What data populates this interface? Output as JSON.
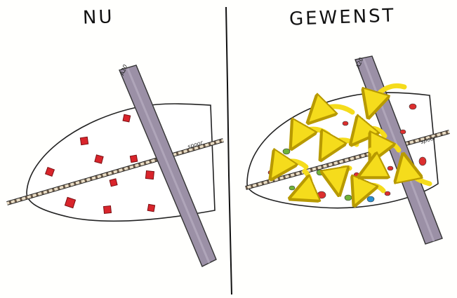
{
  "panels": {
    "left": {
      "title": "NU",
      "road_label": "A20",
      "rail_label": "spoor"
    },
    "right": {
      "title": "GEWENST",
      "road_label": "A20",
      "rail_label": "spoor"
    }
  },
  "colors": {
    "road": "#9b90a6",
    "rail_dark": "#6b5a48",
    "square_red": "#d9242b",
    "arrow_yellow": "#f5dc1c",
    "dot_red": "#dc2f2f",
    "dot_green": "#6fb23a",
    "dot_blue": "#2b8fd0"
  }
}
